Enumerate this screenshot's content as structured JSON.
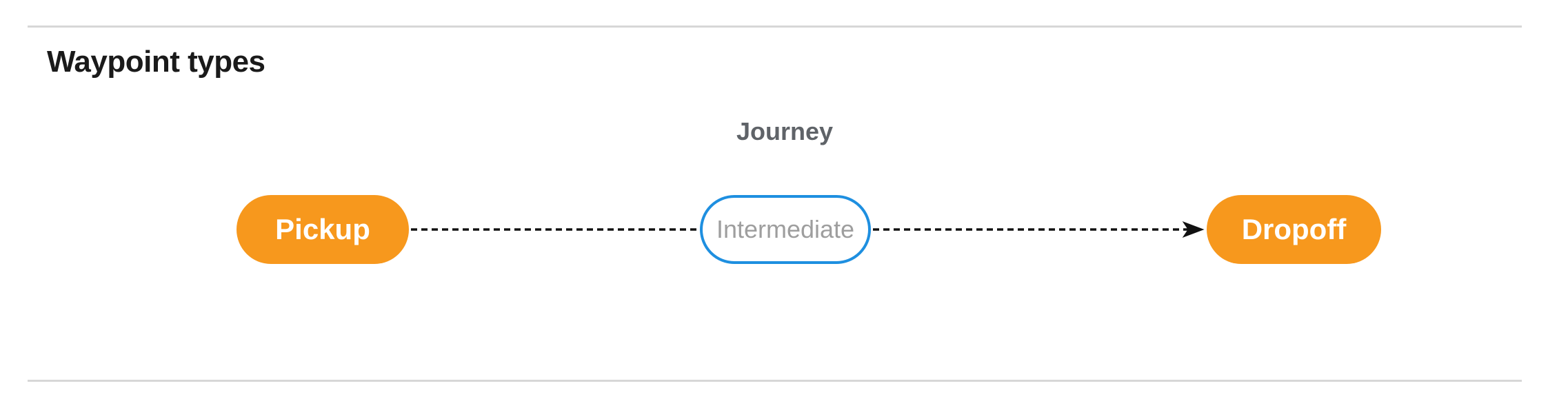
{
  "section": {
    "title": "Waypoint types"
  },
  "diagram": {
    "title": "Journey",
    "nodes": [
      {
        "id": "pickup",
        "label": "Pickup",
        "style": "terminal"
      },
      {
        "id": "intermediate",
        "label": "Intermediate",
        "style": "intermediate"
      },
      {
        "id": "dropoff",
        "label": "Dropoff",
        "style": "terminal"
      }
    ],
    "edges": [
      {
        "from": "pickup",
        "to": "intermediate",
        "line": "dashed",
        "arrowhead": false
      },
      {
        "from": "intermediate",
        "to": "dropoff",
        "line": "dashed",
        "arrowhead": true
      }
    ],
    "colors": {
      "terminal_fill": "#F7981D",
      "terminal_text": "#FFFFFF",
      "intermediate_border": "#1E8FE0",
      "intermediate_fill": "#FFFFFF",
      "intermediate_text": "#9E9E9E",
      "connector": "#111111",
      "journey_label_text": "#5F6368",
      "divider": "#D7D7D7",
      "heading_text": "#1A1A1A"
    }
  }
}
